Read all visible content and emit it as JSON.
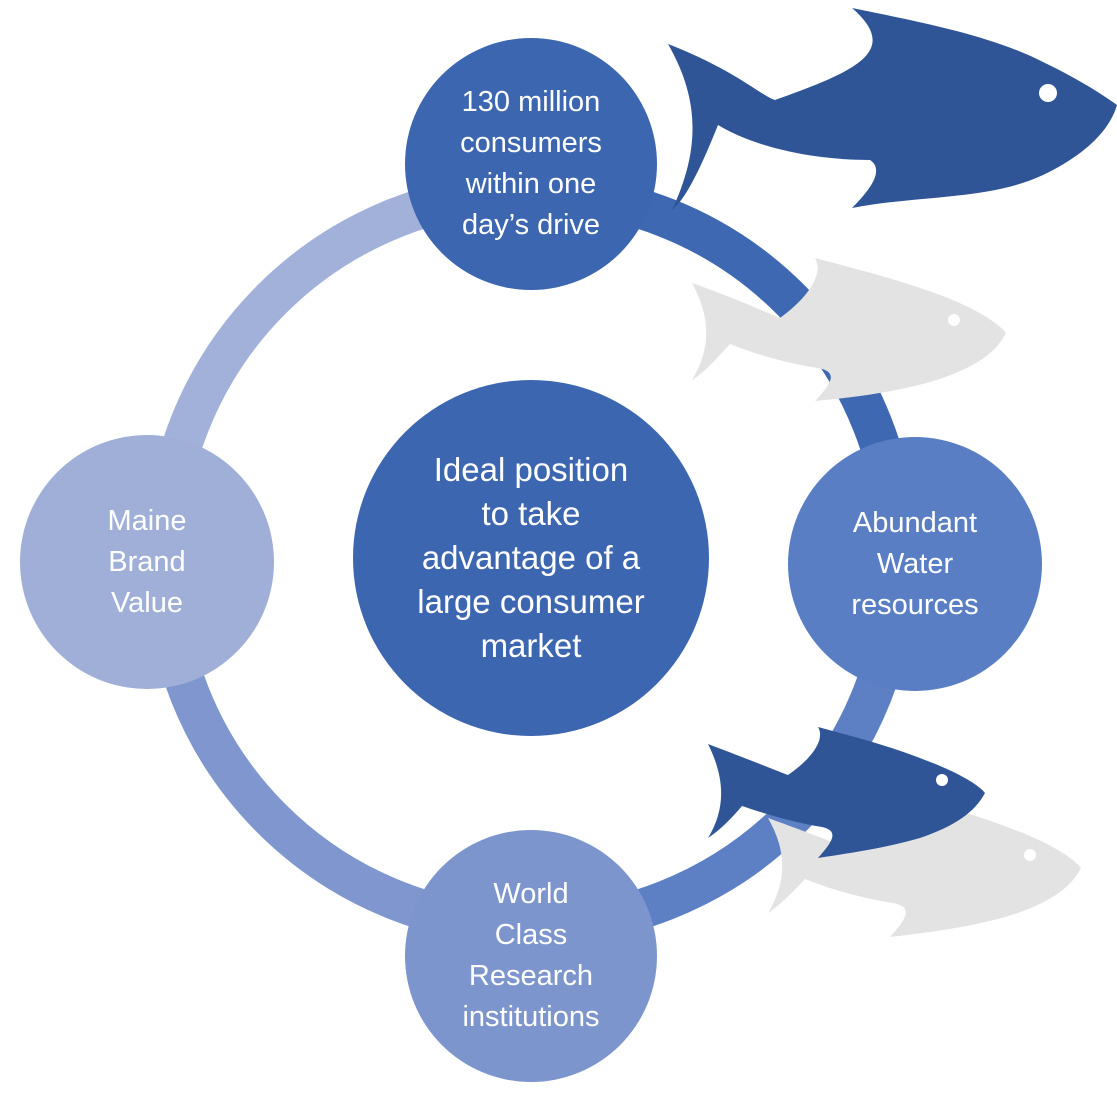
{
  "diagram": {
    "center": {
      "label": "Ideal position\nto take\nadvantage of a\nlarge consumer\nmarket"
    },
    "nodes": {
      "top": {
        "label": "130 million\nconsumers\nwithin one\nday’s drive"
      },
      "right": {
        "label": "Abundant\nWater\nresources"
      },
      "bottom": {
        "label": "World\nClass\nResearch\ninstitutions"
      },
      "left": {
        "label": "Maine\nBrand\nValue"
      }
    }
  },
  "colors": {
    "center": "#3d66b0",
    "top": "#3d66b0",
    "right": "#5a7ec4",
    "bottom": "#7d95cd",
    "left": "#a0afd8",
    "ring_top_right": "#3f68b2",
    "ring_right_bottom": "#5d80c5",
    "ring_bottom_left": "#7f97ce",
    "ring_left_top": "#a2b1da",
    "fish_dark": "#2f5597",
    "fish_light": "#e3e3e3",
    "fish_eye": "#ffffff"
  }
}
